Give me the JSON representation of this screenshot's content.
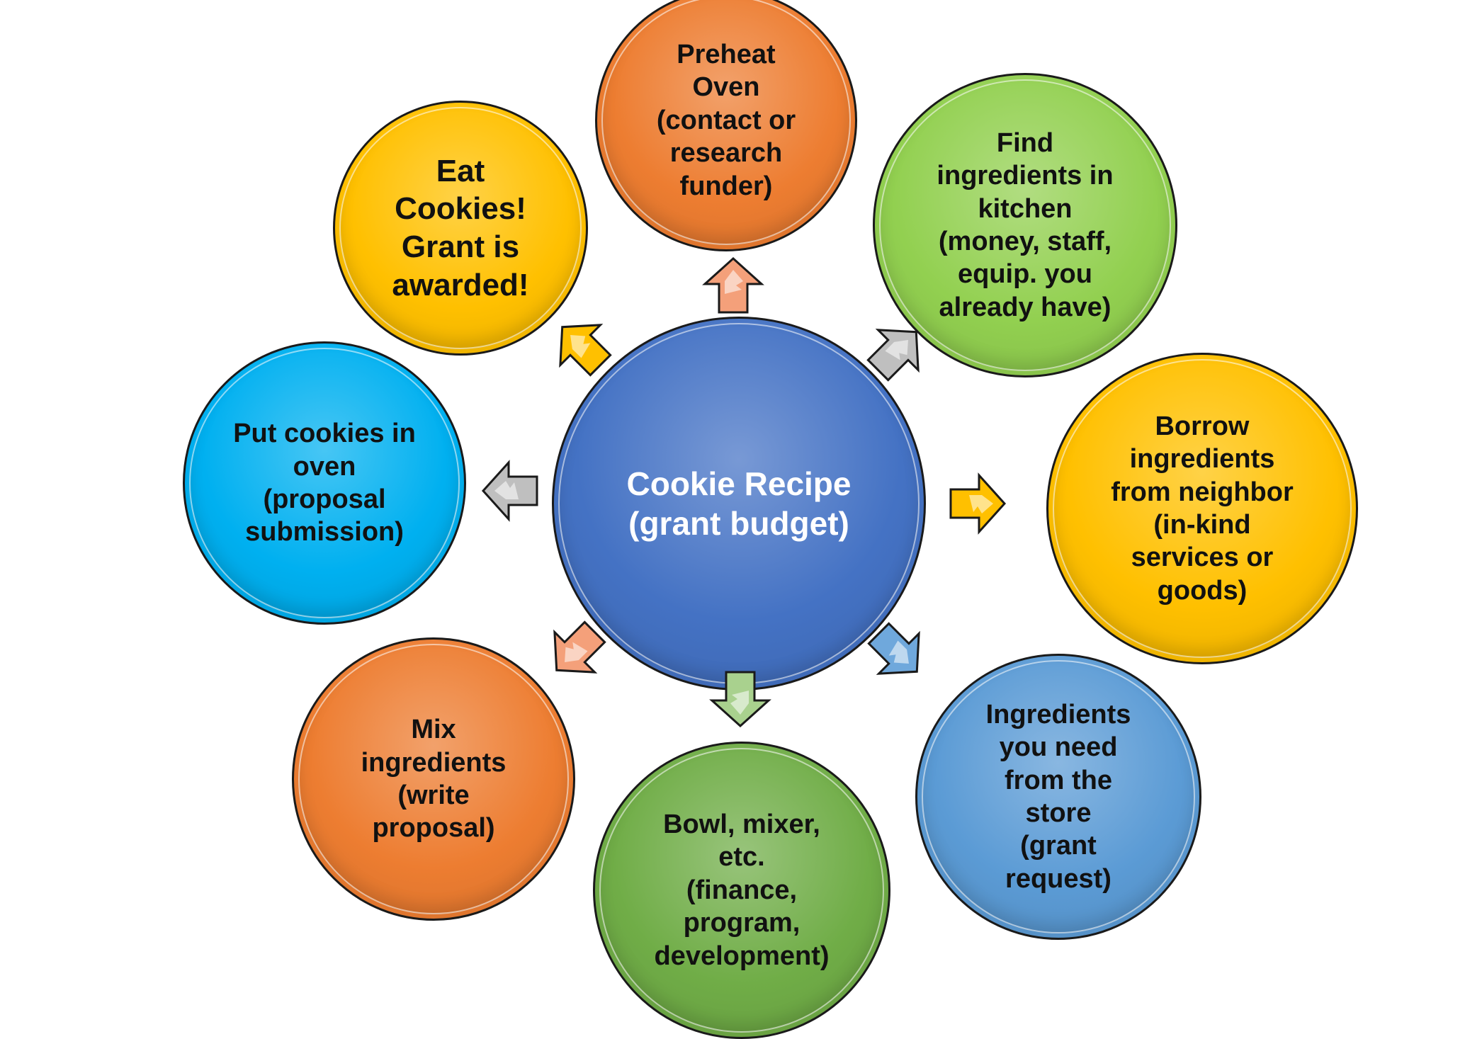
{
  "center": {
    "label": "Cookie Recipe\n(grant budget)",
    "color": "#4472c4",
    "text_color": "#ffffff"
  },
  "nodes": [
    {
      "id": "preheat-oven",
      "label": "Preheat\nOven\n(contact or\nresearch\nfunder)",
      "color": "#ed7d31"
    },
    {
      "id": "find-ingredients",
      "label": "Find\ningredients in\nkitchen\n(money, staff,\nequip. you\nalready have)",
      "color": "#92d050"
    },
    {
      "id": "borrow-ingredients",
      "label": "Borrow\ningredients\nfrom neighbor\n(in-kind\nservices or\ngoods)",
      "color": "#ffc000"
    },
    {
      "id": "ingredients-from-store",
      "label": "Ingredients\nyou need\nfrom the\nstore\n(grant\nrequest)",
      "color": "#5b9bd5"
    },
    {
      "id": "bowl-mixer",
      "label": "Bowl, mixer,\netc.\n(finance,\nprogram,\ndevelopment)",
      "color": "#70ad47"
    },
    {
      "id": "mix-ingredients",
      "label": "Mix\ningredients\n(write\nproposal)",
      "color": "#ed7d31"
    },
    {
      "id": "put-cookies-in-oven",
      "label": "Put cookies in\noven\n(proposal\nsubmission)",
      "color": "#00b0f0"
    },
    {
      "id": "eat-cookies",
      "label": "Eat\nCookies!\nGrant is\nawarded!",
      "color": "#ffc000"
    }
  ],
  "arrows": [
    {
      "id": "preheat-oven",
      "color": "#f4a07a"
    },
    {
      "id": "find-ingredients",
      "color": "#bfbfbf"
    },
    {
      "id": "borrow-ingredients",
      "color": "#ffc000"
    },
    {
      "id": "ingredients-from-store",
      "color": "#6fa8dc"
    },
    {
      "id": "bowl-mixer",
      "color": "#a9d18e"
    },
    {
      "id": "mix-ingredients",
      "color": "#f4a07a"
    },
    {
      "id": "put-cookies-in-oven",
      "color": "#bfbfbf"
    },
    {
      "id": "eat-cookies",
      "color": "#ffc000"
    }
  ]
}
